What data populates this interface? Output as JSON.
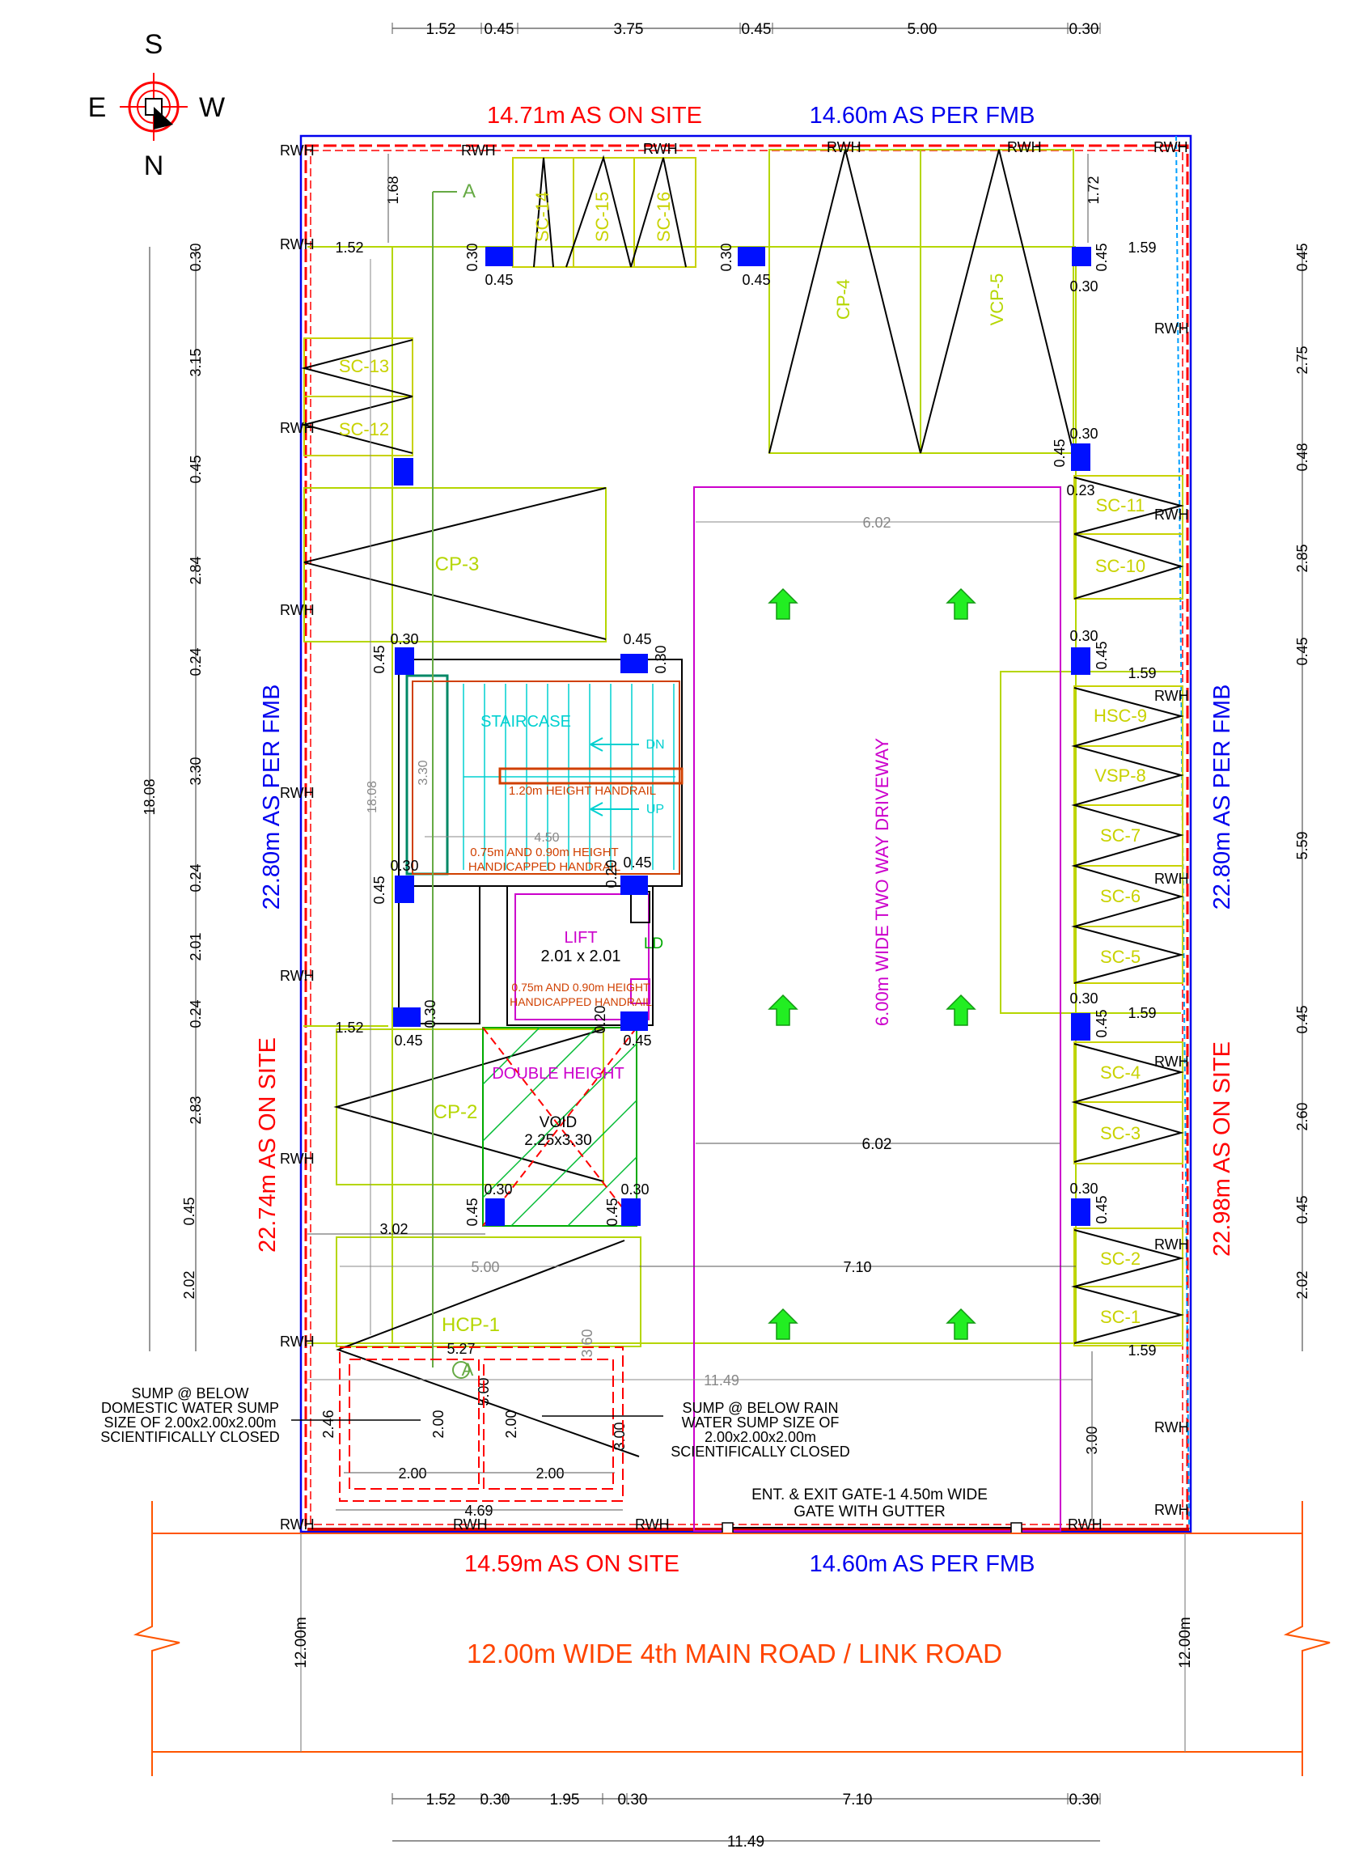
{
  "compass": {
    "s": "S",
    "n": "N",
    "e": "E",
    "w": "W"
  },
  "boundary": {
    "top_site": "14.71m AS ON SITE",
    "top_fmb": "14.60m AS PER FMB",
    "bottom_site": "14.59m AS ON SITE",
    "bottom_fmb": "14.60m AS PER FMB",
    "left_fmb": "22.80m AS PER FMB",
    "left_site": "22.74m AS ON SITE",
    "right_fmb": "22.80m AS PER FMB",
    "right_site": "22.98m AS ON SITE"
  },
  "road": {
    "label": "12.00m WIDE 4th MAIN ROAD / LINK ROAD",
    "width_left": "12.00m",
    "width_right": "12.00m"
  },
  "dims_top": [
    "1.52",
    "0.45",
    "3.75",
    "0.45",
    "5.00",
    "0.30"
  ],
  "dims_bottom": [
    "1.52",
    "0.30",
    "1.95",
    "0.30",
    "7.10",
    "0.30"
  ],
  "dim_bottom_total": "11.49",
  "dims_left_total": "18.08",
  "dims_left": [
    "0.30",
    "3.15",
    "0.45",
    "2.84",
    "0.24",
    "3.30",
    "0.24",
    "2.01",
    "0.24",
    "2.83",
    "0.45",
    "2.02"
  ],
  "dims_right": [
    "0.45",
    "2.75",
    "0.48",
    "2.85",
    "0.45",
    "5.59",
    "0.45",
    "2.60",
    "0.45",
    "2.02"
  ],
  "rwh": "RWH",
  "parking": {
    "sc14": "SC-14",
    "sc15": "SC-15",
    "sc16": "SC-16",
    "cp4": "CP-4",
    "vcp5": "VCP-5",
    "sc13": "SC-13",
    "sc12": "SC-12",
    "cp3": "CP-3",
    "sc11": "SC-11",
    "sc10": "SC-10",
    "hsc9": "HSC-9",
    "vsp8": "VSP-8",
    "sc7": "SC-7",
    "sc6": "SC-6",
    "sc5": "SC-5",
    "sc4": "SC-4",
    "sc3": "SC-3",
    "sc2": "SC-2",
    "sc1": "SC-1",
    "cp2": "CP-2",
    "hcp1": "HCP-1"
  },
  "core": {
    "staircase": "STAIRCASE",
    "dn": "DN",
    "up": "UP",
    "handrail_top": "1.20m HEIGHT HANDRAIL",
    "handrail_stair_1": "0.75m AND 0.90m  HEIGHT",
    "handrail_stair_2": "HANDICAPPED HANDRAIL",
    "stair_width": "4.50",
    "stair_len": "3.30",
    "stair_len2": "18.08",
    "lift": "LIFT",
    "lift_size": "2.01 x 2.01",
    "ld": "LD",
    "handrail_lift_1": "0.75m AND 0.90m HEIGHT",
    "handrail_lift_2": "HANDICAPPED HANDRAIL",
    "double_height": "DOUBLE HEIGHT",
    "void": "VOID",
    "void_size": "2.25x3.30"
  },
  "driveway": {
    "label": "6.00m WIDE TWO WAY DRIVEWAY",
    "w1": "6.02",
    "w2": "6.02"
  },
  "internal_dims": {
    "d152a": "1.52",
    "d168": "1.68",
    "d172": "1.72",
    "d159a": "1.59",
    "d159b": "1.59",
    "d159c": "1.59",
    "d159d": "1.59",
    "d152b": "1.52",
    "d302": "3.02",
    "d500": "5.00",
    "d710": "7.10",
    "d1149": "11.49",
    "d527": "5.27",
    "d500v": "5.00",
    "d360": "3.60",
    "d300": "3.00",
    "d300r": "3.00",
    "d246": "2.46",
    "d200a": "2.00",
    "d200b": "2.00",
    "d200c": "2.00",
    "d200d": "2.00",
    "d469": "4.69",
    "c030": "0.30",
    "c045": "0.45",
    "c023": "0.23",
    "c020": "0.20"
  },
  "section_marker": "A",
  "sump_domestic": [
    "SUMP @ BELOW",
    "DOMESTIC WATER SUMP",
    "SIZE OF 2.00x2.00x2.00m",
    "SCIENTIFICALLY CLOSED"
  ],
  "sump_rain": [
    "SUMP @ BELOW RAIN",
    "WATER SUMP SIZE OF",
    "2.00x2.00x2.00m",
    "SCIENTIFICALLY CLOSED"
  ],
  "gate": [
    "ENT. & EXIT GATE-1 4.50m WIDE",
    "GATE WITH GUTTER"
  ],
  "colors": {
    "red": "#ff0000",
    "blue": "#0000ee",
    "yellow": "#c8d200",
    "green": "#00cc00",
    "magenta": "#cc00cc",
    "orange": "#ff4400",
    "cyan": "#00d0d0",
    "column": "#0010ff"
  }
}
